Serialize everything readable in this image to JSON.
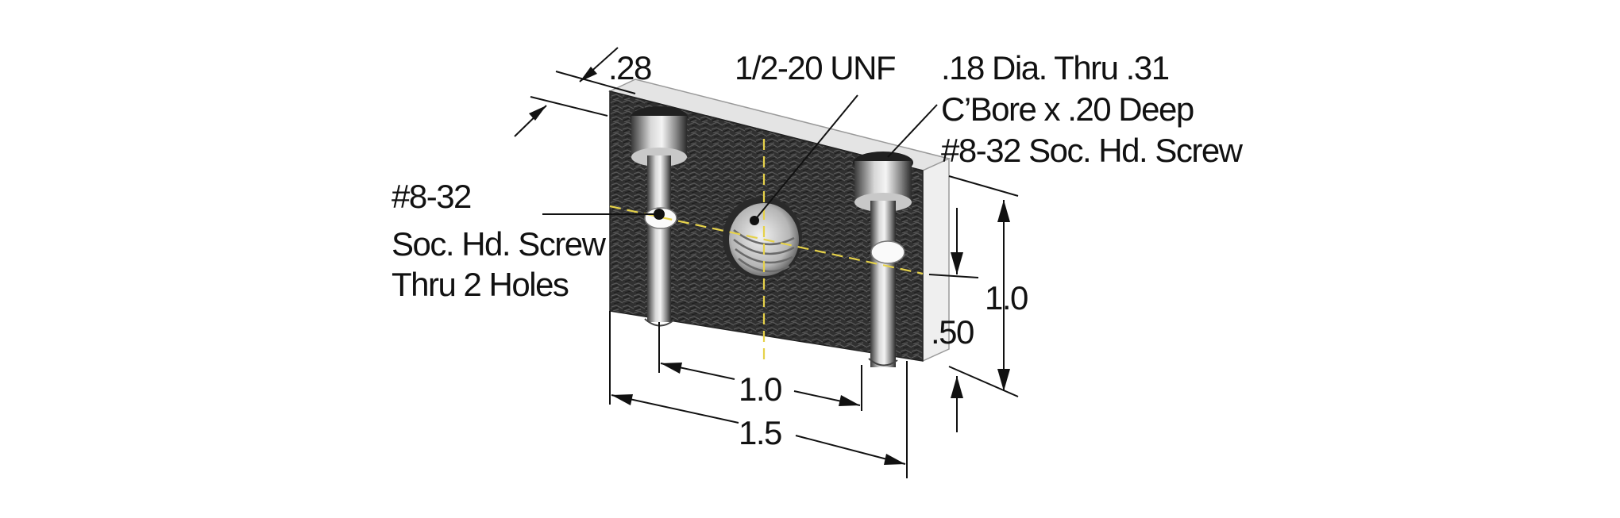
{
  "labels": {
    "thickness": ".28",
    "center_thread": "1/2-20 UNF",
    "cbore_line1": ".18 Dia. Thru .31",
    "cbore_line2": "C’Bore x .20 Deep",
    "cbore_line3": "#8-32 Soc. Hd. Screw",
    "side_line1": "#8-32",
    "side_line2": "Soc. Hd. Screw",
    "side_line3": "Thru 2 Holes",
    "height_total": "1.0",
    "height_half": ".50",
    "hole_spacing": "1.0",
    "width_total": "1.5"
  },
  "colors": {
    "ink": "#111111",
    "centerline": "#e6d24a",
    "plate_dark": "#2c2c2c",
    "plate_top": "#e4e4e4",
    "plate_side": "#efefef"
  }
}
